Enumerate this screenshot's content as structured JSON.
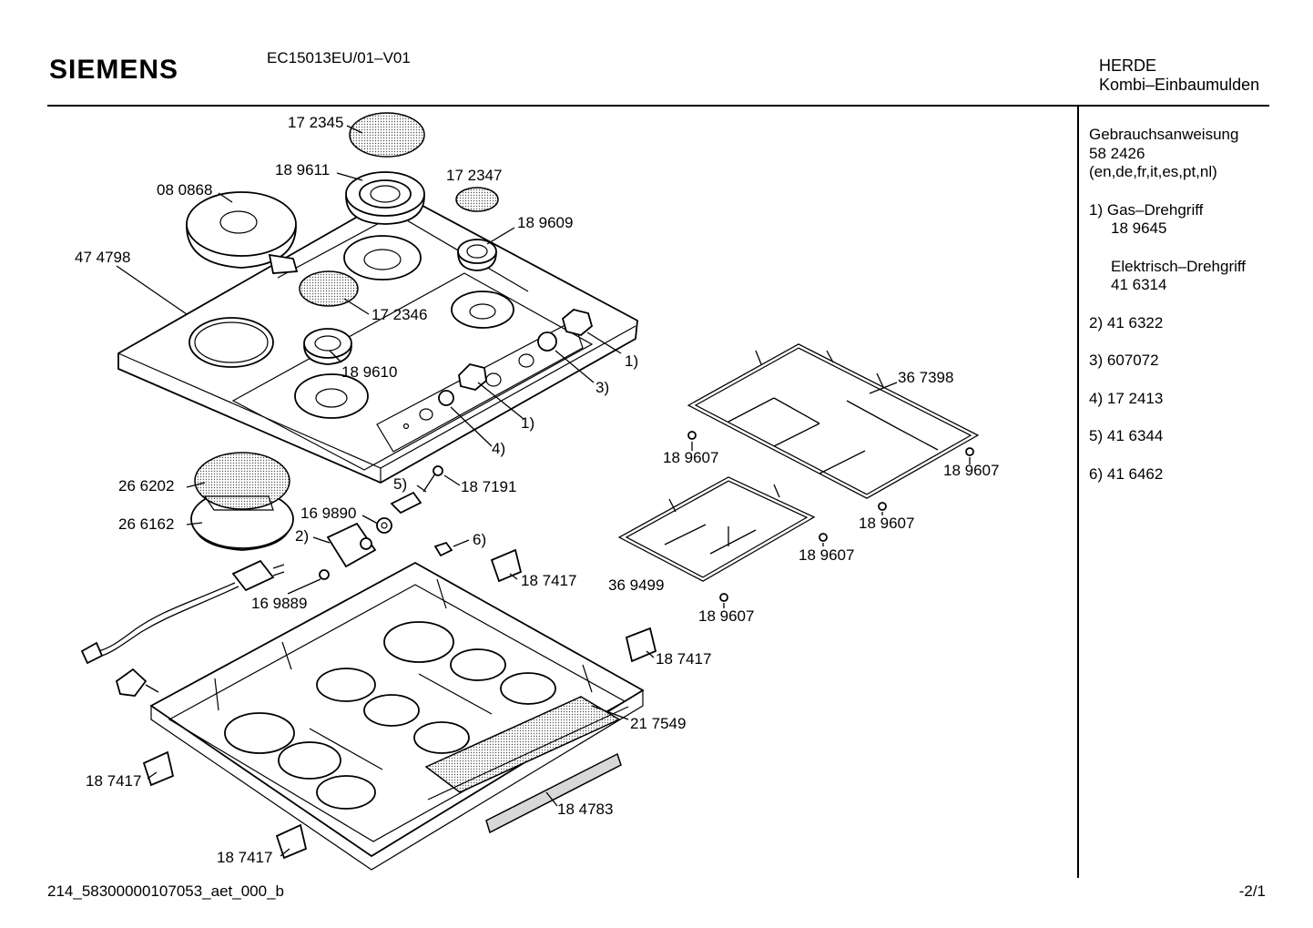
{
  "header": {
    "brand": "SIEMENS",
    "model": "EC15013EU/01–V01",
    "category_line1": "HERDE",
    "category_line2": "Kombi–Einbaumulden"
  },
  "sidebar": {
    "manual_title": "Gebrauchsanweisung",
    "manual_number": "58 2426",
    "manual_langs": "(en,de,fr,it,es,pt,nl)",
    "notes": [
      {
        "num": "1)",
        "lines": [
          "Gas–Drehgriff",
          "18 9645",
          "",
          "Elektrisch–Drehgriff",
          "41 6314"
        ]
      },
      {
        "num": "2)",
        "lines": [
          "41 6322"
        ]
      },
      {
        "num": "3)",
        "lines": [
          "607072"
        ]
      },
      {
        "num": "4)",
        "lines": [
          "17 2413"
        ]
      },
      {
        "num": "5)",
        "lines": [
          "41 6344"
        ]
      },
      {
        "num": "6)",
        "lines": [
          "41 6462"
        ]
      }
    ]
  },
  "labels": [
    "17 2345",
    "18 9611",
    "17 2347",
    "08 0868",
    "18 9609",
    "47 4798",
    "17 2346",
    "1)",
    "18 9610",
    "3)",
    "1)",
    "4)",
    "36 7398",
    "18 9607",
    "18 9607",
    "26 6202",
    "5)",
    "18 7191",
    "16 9890",
    "26 6162",
    "2)",
    "18 9607",
    "6)",
    "18 9607",
    "18 7417",
    "36 9499",
    "16 9889",
    "18 9607",
    "18 7417",
    "21 7549",
    "18 7417",
    "18 4783",
    "18 7417"
  ],
  "footer": {
    "doc_id": "214_58300000107053_aet_000_b",
    "page": "-2/1"
  }
}
